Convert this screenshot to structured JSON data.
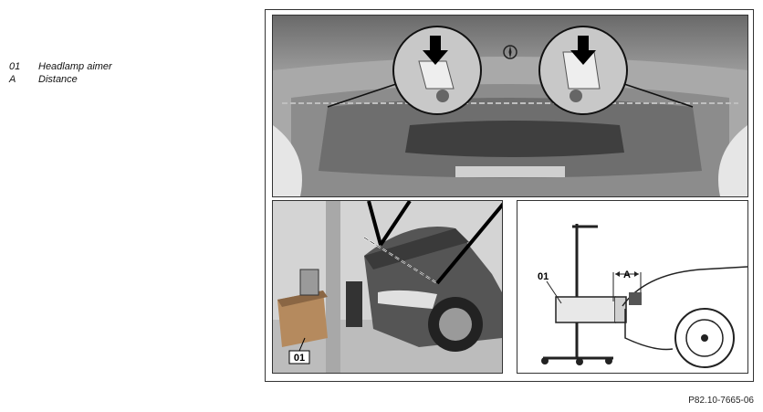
{
  "legend": [
    {
      "code": "01",
      "label": "Headlamp aimer"
    },
    {
      "code": "A",
      "label": "Distance"
    }
  ],
  "callouts": {
    "aimer_photo": "01",
    "aimer_diagram": "01",
    "distance": "A"
  },
  "figure_ref": "P82.10-7665-06",
  "colors": {
    "frame": "#333333",
    "photo_gray": "#bdbdbd",
    "arrow": "#000000"
  }
}
